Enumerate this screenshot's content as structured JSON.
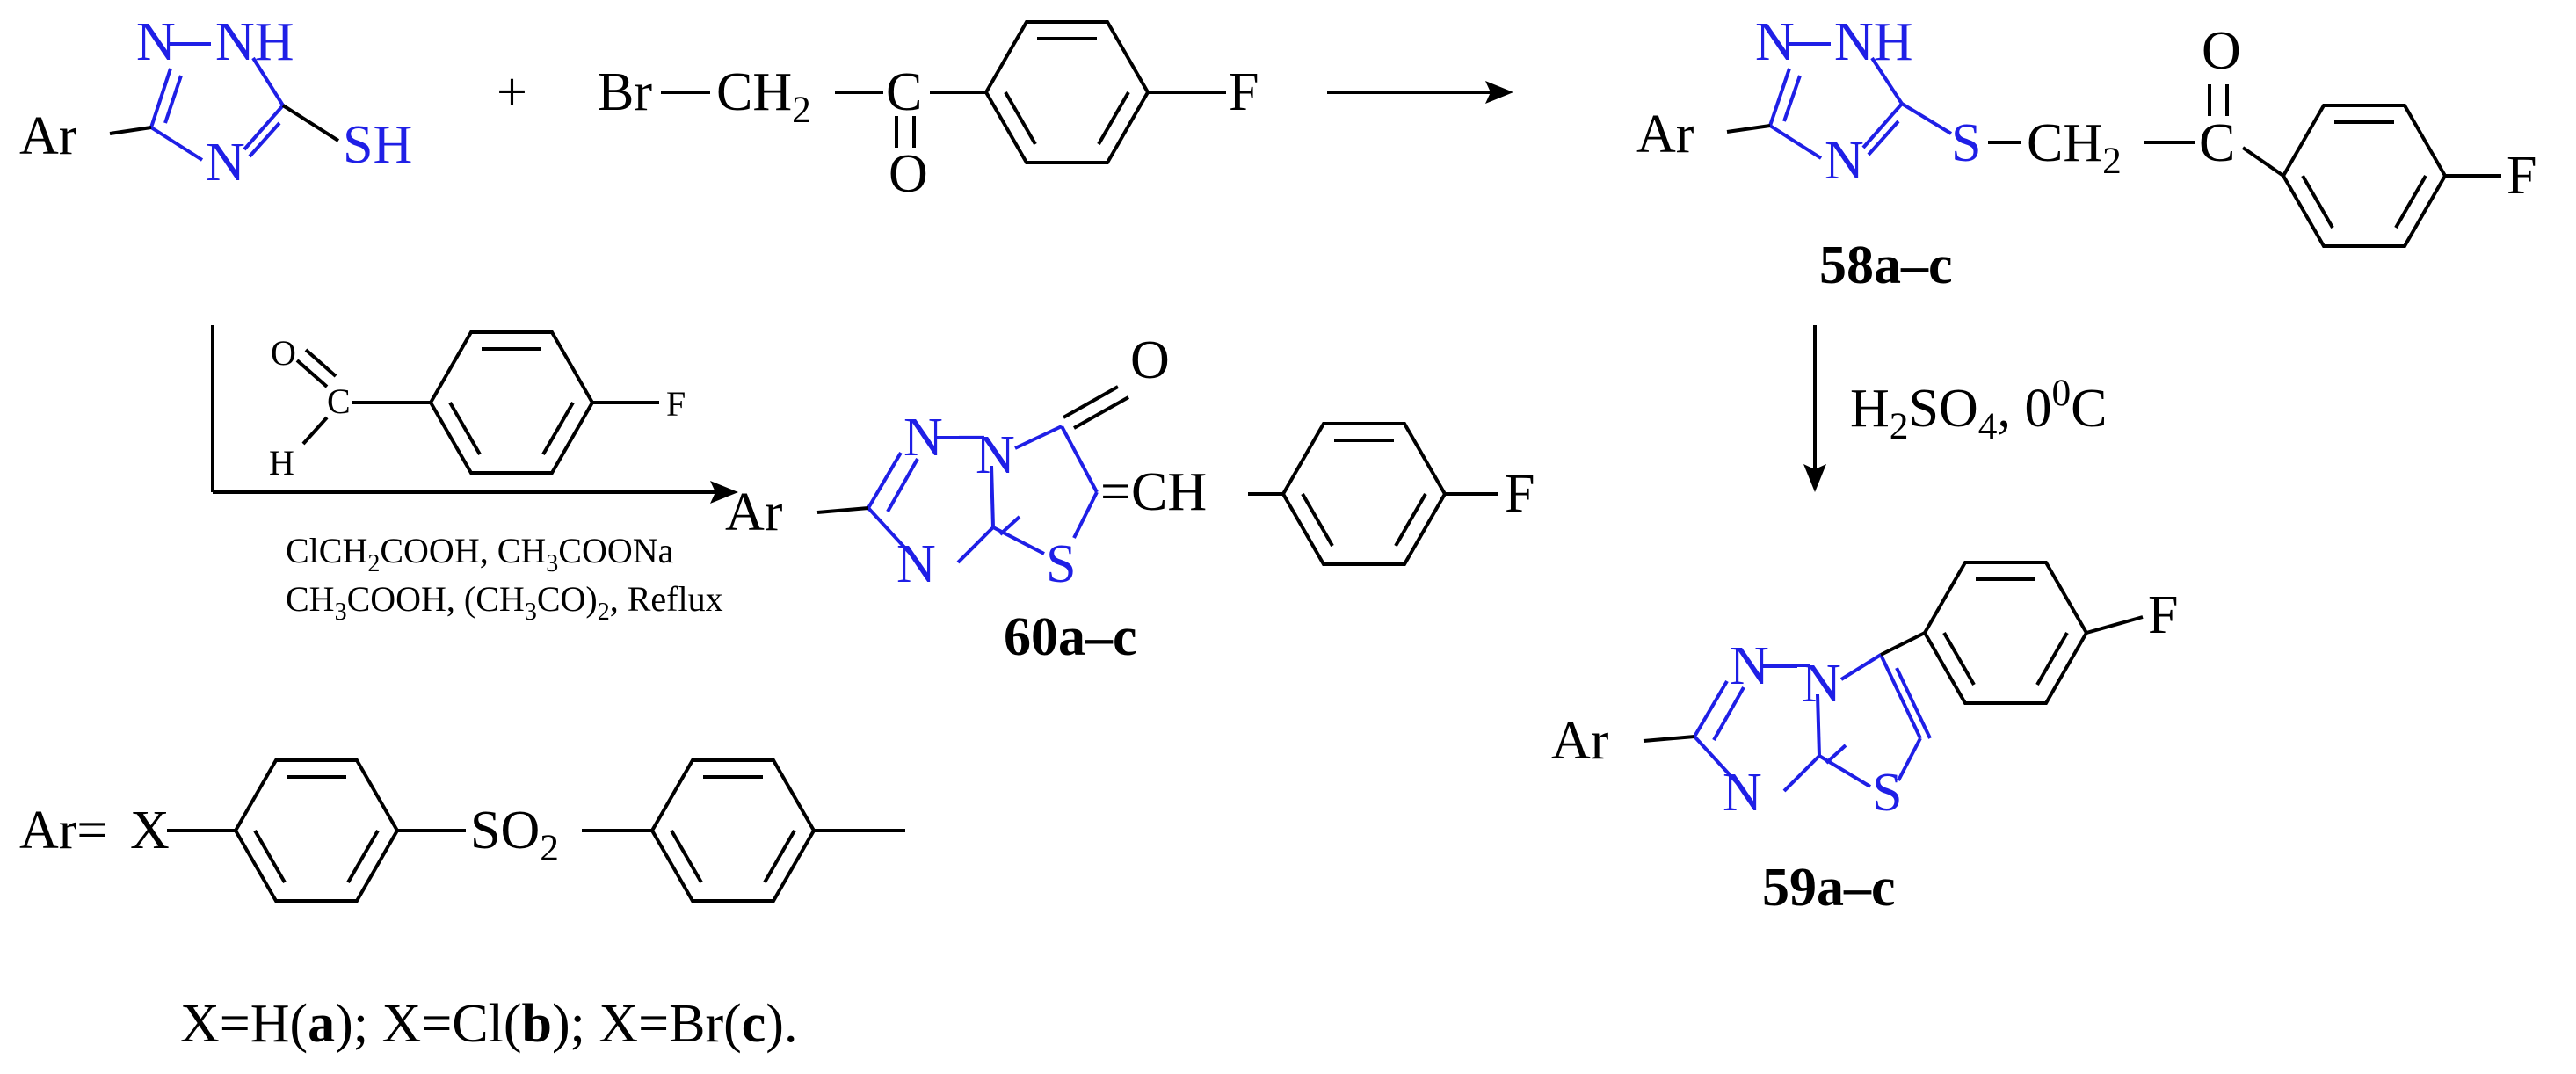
{
  "scheme": {
    "colors": {
      "black": "#000000",
      "blue": "#1f1fe6"
    },
    "atoms": {
      "N": "N",
      "NH": "NH",
      "SH": "SH",
      "S": "S",
      "F": "F",
      "O": "O",
      "H": "H",
      "C": "C",
      "Ar": "Ar",
      "Br": "Br",
      "CH": "CH",
      "CH2": "CH",
      "CH2_sub": "2",
      "CH_eq": "=CH",
      "dash": "−"
    },
    "plus": "+",
    "labels": {
      "p58": "58a–c",
      "p59": "59a–c",
      "p60": "60a–c"
    },
    "reagents": {
      "h2so4": {
        "a": "H",
        "s1": "2",
        "b": "SO",
        "s2": "4",
        "c": ", 0",
        "sup": "0",
        "d": "C"
      },
      "line1": {
        "a": "ClCH",
        "s1": "2",
        "b": "COOH, CH",
        "s2": "3",
        "c": "COONa"
      },
      "line2": {
        "a": "CH",
        "s1": "3",
        "b": "COOH, (CH",
        "s2": "3",
        "c": "CO)",
        "s3": "2",
        "d": ", Reflux"
      }
    },
    "ar_definition": {
      "prefix": "Ar=",
      "x": "X",
      "so2": "SO",
      "so2_sub": "2"
    },
    "x_definition": {
      "p1": "X=H(",
      "a": "a",
      "p2": "); X=Cl(",
      "b": "b",
      "p3": "); X=Br(",
      "c": "c",
      "p4": ")."
    }
  }
}
